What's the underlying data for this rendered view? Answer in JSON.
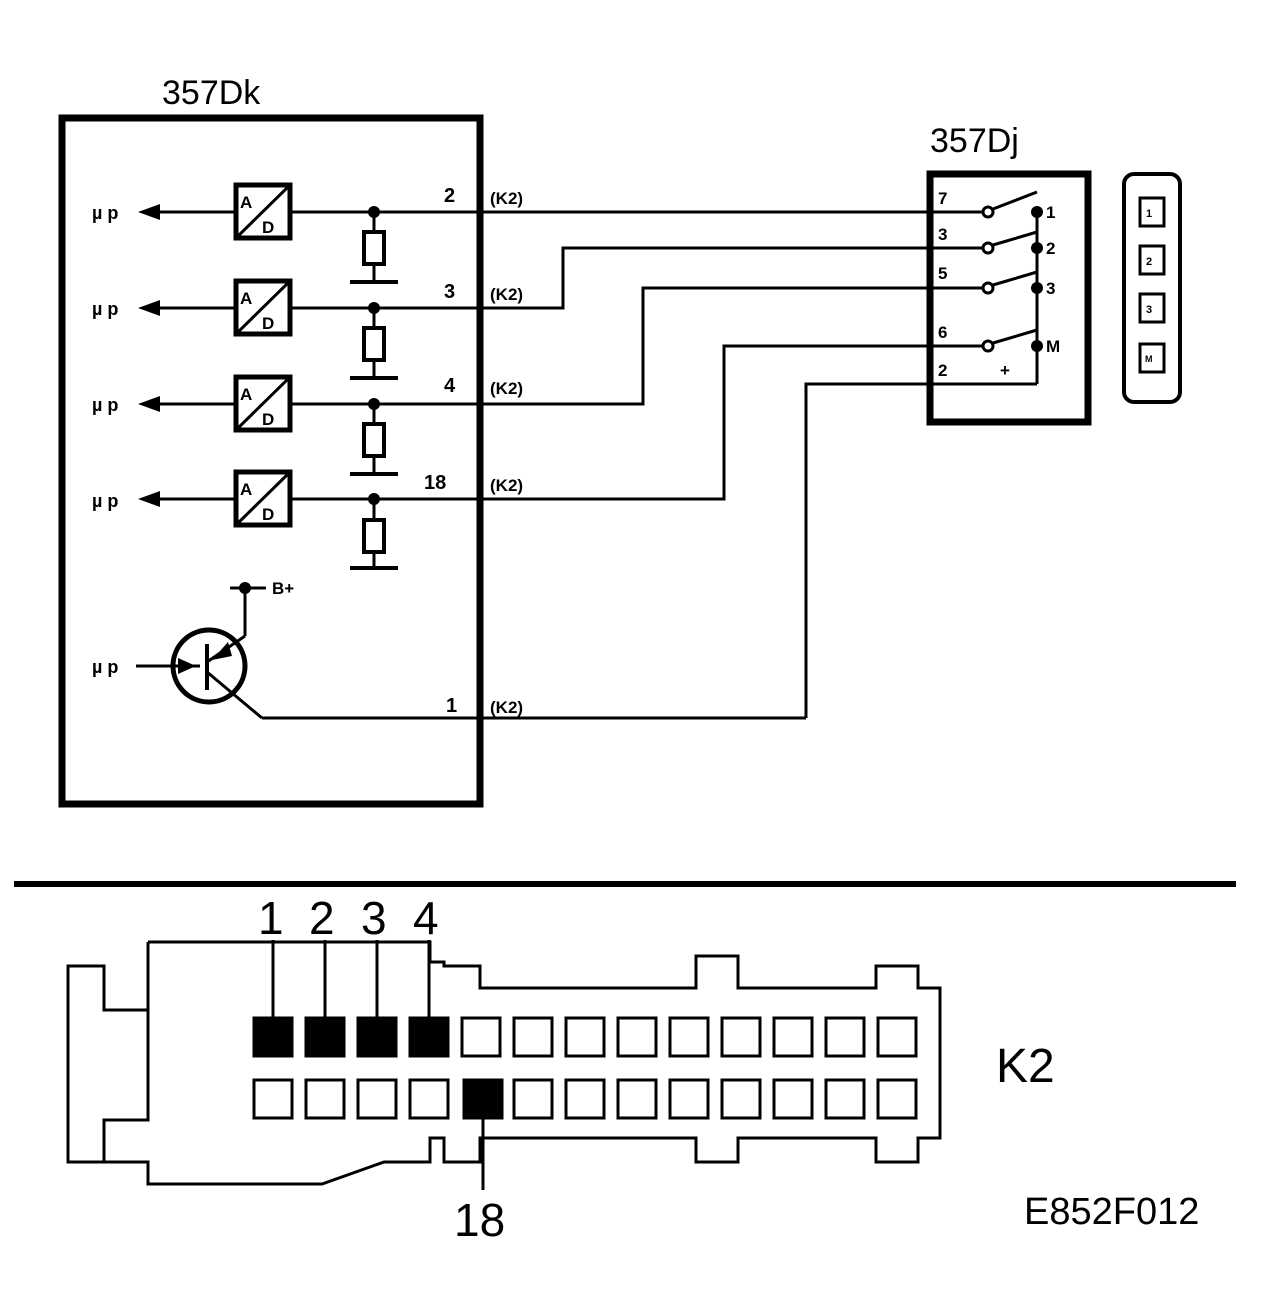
{
  "ecu": {
    "label": "357Dk",
    "channels": [
      {
        "pin": "2",
        "connector": "(K2)",
        "mp": "µ p",
        "ad_top": "A",
        "ad_bottom": "D"
      },
      {
        "pin": "3",
        "connector": "(K2)",
        "mp": "µ p",
        "ad_top": "A",
        "ad_bottom": "D"
      },
      {
        "pin": "4",
        "connector": "(K2)",
        "mp": "µ p",
        "ad_top": "A",
        "ad_bottom": "D"
      },
      {
        "pin": "18",
        "connector": "(K2)",
        "mp": "µ p",
        "ad_top": "A",
        "ad_bottom": "D"
      }
    ],
    "transistor": {
      "mp": "µ p",
      "supply": "B+",
      "pin": "1",
      "connector": "(K2)"
    }
  },
  "switch": {
    "label": "357Dj",
    "contacts": [
      {
        "left": "7",
        "right": "1"
      },
      {
        "left": "3",
        "right": "2"
      },
      {
        "left": "5",
        "right": "3"
      },
      {
        "left": "6",
        "right": "M"
      }
    ],
    "supply_pin": "2",
    "supply_symbol": "+"
  },
  "selector_panel": [
    "1",
    "2",
    "3",
    "M"
  ],
  "connector": {
    "name": "K2",
    "top_pins": [
      "1",
      "2",
      "3",
      "4"
    ],
    "bottom_pin": "18"
  },
  "figure_code": "E852F012"
}
